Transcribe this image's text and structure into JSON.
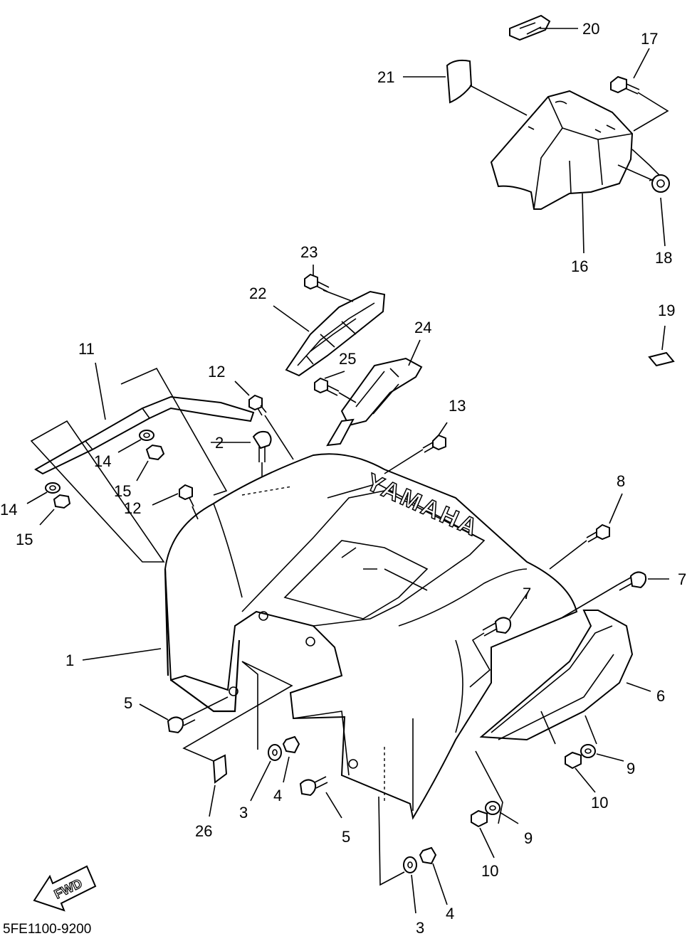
{
  "diagram_code": "5FE1100-9200",
  "direction_marker": "FWD",
  "brand_mark": "YAMAHA",
  "callouts": {
    "c1": "1",
    "c2": "2",
    "c3a": "3",
    "c3b": "3",
    "c4a": "4",
    "c4b": "4",
    "c5a": "5",
    "c5b": "5",
    "c6": "6",
    "c7a": "7",
    "c7b": "7",
    "c8": "8",
    "c9a": "9",
    "c9b": "9",
    "c10a": "10",
    "c10b": "10",
    "c11": "11",
    "c12a": "12",
    "c12b": "12",
    "c13": "13",
    "c14a": "14",
    "c14b": "14",
    "c15a": "15",
    "c15b": "15",
    "c16": "16",
    "c17": "17",
    "c18": "18",
    "c19": "19",
    "c20": "20",
    "c21": "21",
    "c22": "22",
    "c23": "23",
    "c24": "24",
    "c25": "25",
    "c26": "26"
  }
}
